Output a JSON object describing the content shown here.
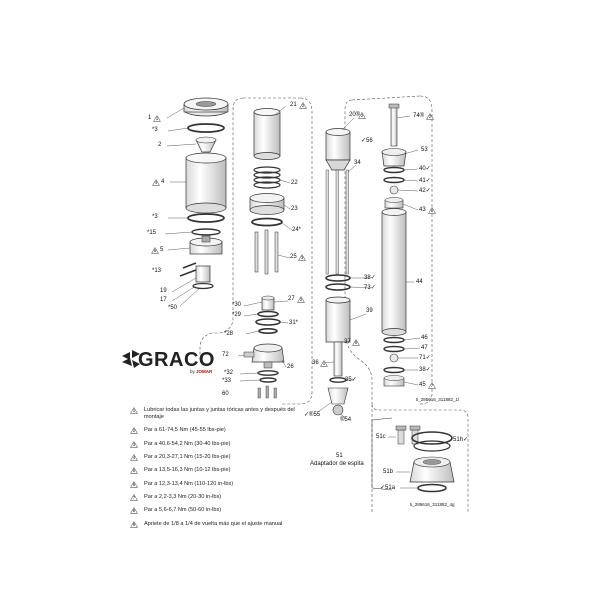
{
  "logo": {
    "brand": "GRACO",
    "sub_prefix": "by",
    "sub_brand": "JOMAR"
  },
  "labels": {
    "p1": "1",
    "p3a": "*3",
    "p2": "2",
    "p4": "4",
    "p3b": "*3",
    "p15": "*15",
    "p5": "5",
    "p13": "*13",
    "p19": "19",
    "p17": "17",
    "p50": "*50",
    "p21": "21",
    "p22": "22",
    "p23": "23",
    "p24": "24*",
    "p25": "25",
    "p30": "*30",
    "p29": "*29",
    "p27": "27",
    "p31": "31*",
    "p28": "*28",
    "p72": "72",
    "p26": "26",
    "p32": "*32",
    "p33": "*33",
    "p60": "60",
    "p20": "20®",
    "p56": "✓56",
    "p34": "34",
    "p38a": "38✓",
    "p73": "73✓",
    "p39": "39",
    "p37": "37",
    "p36": "36",
    "p35": "35✓",
    "p55": "✓®55",
    "p54": "®54",
    "p74": "74®",
    "p53": "53",
    "p40": "40✓",
    "p41": "41✓",
    "p42": "42✓",
    "p43": "43",
    "p44": "44",
    "p46": "46",
    "p47": "47",
    "p71": "71✓",
    "p38b": "38✓",
    "p45": "45",
    "fig1": "ti_285616_311882_1l",
    "p51": "51",
    "adapter": "Adaptador de espita",
    "p51c": "51c",
    "p51h": "51h✓",
    "p51b": "51b",
    "p51a": "✓51a",
    "fig2": "ti_285616_311882_4g"
  },
  "callouts": {
    "c1": "1",
    "c4": "4",
    "c5": "5",
    "c21": "2",
    "c20": "2",
    "c74": "2",
    "c27": "2",
    "c37": "5",
    "c43": "6",
    "c45": "7",
    "c36": "1",
    "c25": "3"
  },
  "notes": [
    {
      "num": "1",
      "text": "Lubricar todas las juntas y juntas tóricas antes y después del",
      "text2": "montaje"
    },
    {
      "num": "2",
      "text": "Par a 61-74,5 Nm (45-55 lbs-pie)"
    },
    {
      "num": "3",
      "text": "Par a 40,6-54,2 Nm (30-40 lbs-pie)"
    },
    {
      "num": "4",
      "text": "Par a 20,3-27,1 Nm (15-20 lbs-pie)"
    },
    {
      "num": "5",
      "text": "Par a 13,5-16,3 Nm (10-12 lbs-pie)"
    },
    {
      "num": "6",
      "text": "Par a 12,3-13,4 Nm (110-120 in-lbs)"
    },
    {
      "num": "7",
      "text": "Par a 2,2-3,3 Nm (20-30 in-lbs)"
    },
    {
      "num": "8",
      "text": "Par a 5,6-6,7 Nm (50-60 in-lbs)"
    },
    {
      "num": "9",
      "text": "Apriete de 1/8 a 1/4 de vuelta más que el ajuste manual"
    }
  ],
  "colors": {
    "line": "#333333",
    "part_fill": "#f4f4f4",
    "part_dark": "#555555",
    "accent": "#cc0000"
  }
}
